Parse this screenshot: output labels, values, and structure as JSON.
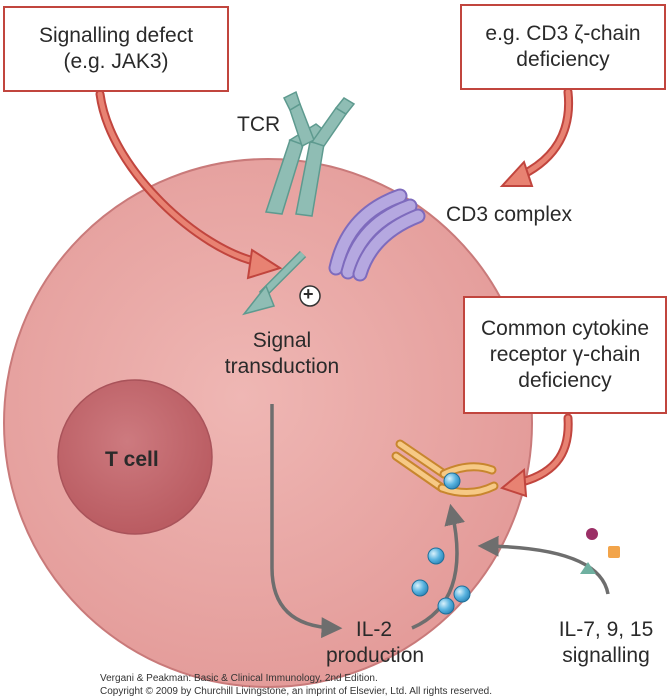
{
  "boxes": {
    "signalling_defect": "Signalling defect\n(e.g. JAK3)",
    "cd3_zeta": "e.g. CD3 ζ-chain\ndeficiency",
    "gamma_chain": "Common cytokine\nreceptor γ-chain\ndeficiency"
  },
  "labels": {
    "tcr": "TCR",
    "cd3_complex": "CD3 complex",
    "signal_transduction": "Signal\ntransduction",
    "t_cell": "T cell",
    "il2_production": "IL-2\nproduction",
    "il7_signalling": "IL-7, 9, 15\nsignalling",
    "plus_symbol": "+"
  },
  "credit": {
    "line1": "Vergani & Peakman: Basic & Clinical Immunology, 2nd Edition.",
    "line2": "Copyright © 2009 by Churchill Livingstone, an imprint of Elsevier, Ltd. All rights reserved."
  },
  "colors": {
    "cell": "#e8a4a2",
    "nucleus": "#c66d72",
    "box_border": "#c1453e",
    "defect_arrow": "#e06b5c",
    "tcr": "#8fbdb4",
    "cd3": "#a99ad6",
    "receptor": "#f2b55c",
    "cytokine": "#5ab4e0",
    "flow_arrow": "#6e6e6e"
  }
}
